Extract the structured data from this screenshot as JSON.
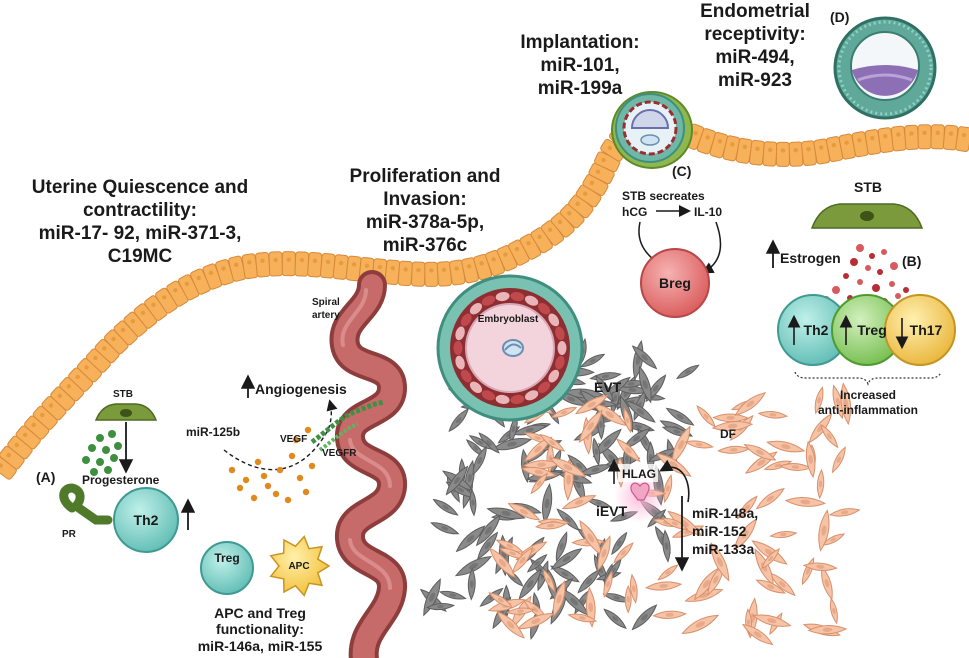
{
  "uterine_quiescence": {
    "line1": "Uterine Quiescence and",
    "line2": "contractility:",
    "line3": "miR-17- 92, miR-371-3,",
    "line4": "C19MC"
  },
  "proliferation": {
    "line1": "Proliferation and",
    "line2": "Invasion:",
    "line3": "miR-378a-5p,",
    "line4": "miR-376c"
  },
  "implantation": {
    "line1": "Implantation:",
    "line2": "miR-101,",
    "line3": "miR-199a"
  },
  "receptivity": {
    "line1": "Endometrial",
    "line2": "receptivity:",
    "line3": "miR-494,",
    "line4": "miR-923"
  },
  "panel_labels": {
    "a": "(A)",
    "b": "(B)",
    "c": "(C)",
    "d": "(D)"
  },
  "panel_a": {
    "stb": "STB",
    "progesterone": "Progesterone",
    "pr": "PR",
    "th2": "Th2"
  },
  "angio": {
    "angiogenesis": "Angiogenesis",
    "mir": "miR-125b",
    "vegf": "VEGF",
    "vegfr": "VEGFR",
    "spiral_line1": "Spiral",
    "spiral_line2": "artery"
  },
  "apc_treg": {
    "treg": "Treg",
    "apc": "APC",
    "line1": "APC and Treg",
    "line2": "functionality:",
    "line3": "miR-146a, miR-155"
  },
  "embryo": {
    "embryoblast": "Embryoblast",
    "evt": "EVT",
    "df": "DF",
    "ievt": "iEVT",
    "hlag": "HLAG"
  },
  "evt_mirs": {
    "line1": "miR-148a,",
    "line2": "miR-152",
    "line3": "miR-133a"
  },
  "panel_c": {
    "line1": "STB secreates",
    "hcg": "hCG",
    "il10": "IL-10",
    "breg": "Breg"
  },
  "panel_b": {
    "stb": "STB",
    "estrogen": "Estrogen",
    "th2": "Th2",
    "treg": "Treg",
    "th17": "Th17",
    "summary1": "Increased",
    "summary2": "anti-inflammation"
  },
  "colors": {
    "epithelium": "#f6b15a",
    "epithelium_dark": "#d7893a",
    "artery": "#b85a5a",
    "stb": "#7a9a3c",
    "th2": "#7ccfc7",
    "treg": "#8fd068",
    "th17": "#f5c84f",
    "breg": "#e07070",
    "evt": "#8a8a8a",
    "df": "#f6c3a6",
    "embryo_ring": "#6fb7a7",
    "embryo_red": "#a83236"
  }
}
